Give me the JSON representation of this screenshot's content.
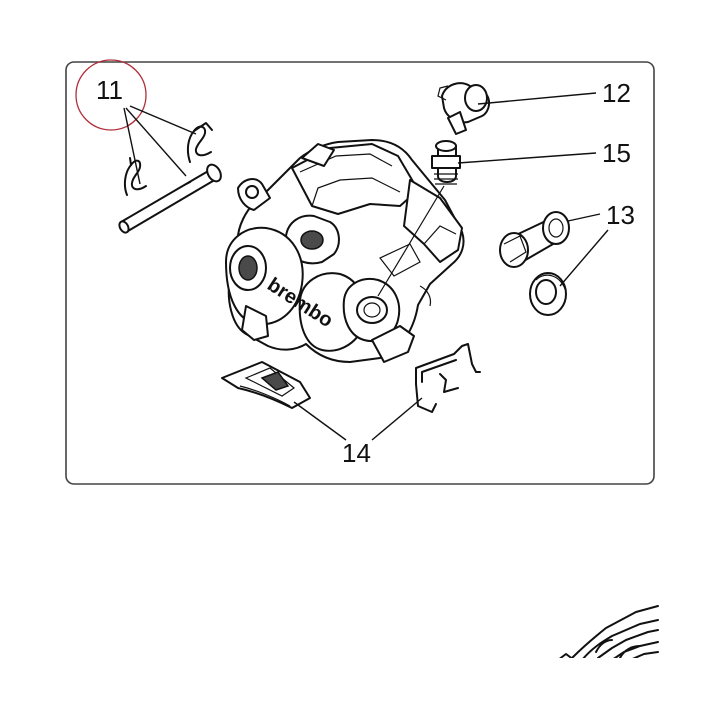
{
  "diagram": {
    "brand_mark": "brembo",
    "highlight_color": "#b0303a",
    "callouts": [
      {
        "id": "11",
        "label": "11",
        "part": "clip-and-pin"
      },
      {
        "id": "12",
        "label": "12",
        "part": "bleed-cap"
      },
      {
        "id": "15",
        "label": "15",
        "part": "bleed-screw"
      },
      {
        "id": "13",
        "label": "13",
        "part": "plug-and-seal"
      },
      {
        "id": "14",
        "label": "14",
        "part": "pad-springs"
      }
    ]
  }
}
